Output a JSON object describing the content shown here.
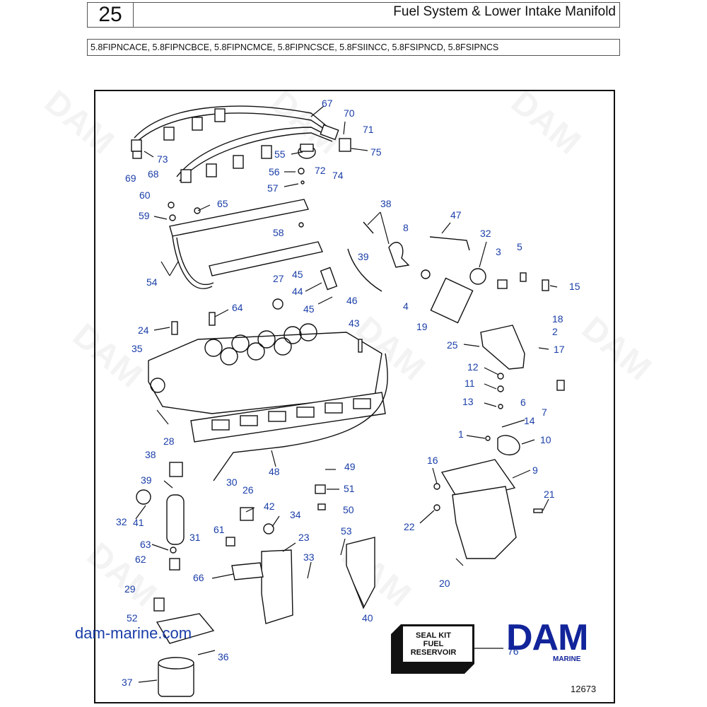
{
  "header": {
    "section_number": "25",
    "title": "Fuel System & Lower Intake Manifold",
    "models": "5.8FIPNCACE, 5.8FIPNCBCE, 5.8FIPNCMCE, 5.8FIPNCSCE, 5.8FSIINCC, 5.8FSIPNCD, 5.8FSIPNCS"
  },
  "watermark": "DAM",
  "callouts": [
    "67",
    "70",
    "71",
    "75",
    "73",
    "68",
    "69",
    "55",
    "72",
    "74",
    "56",
    "57",
    "60",
    "65",
    "59",
    "58",
    "54",
    "38",
    "8",
    "47",
    "32",
    "3",
    "5",
    "15",
    "39",
    "27",
    "45",
    "44",
    "45",
    "46",
    "4",
    "64",
    "18",
    "2",
    "17",
    "24",
    "43",
    "19",
    "25",
    "35",
    "12",
    "11",
    "6",
    "7",
    "13",
    "14",
    "1",
    "10",
    "28",
    "48",
    "38",
    "9",
    "16",
    "21",
    "39",
    "30",
    "26",
    "49",
    "51",
    "42",
    "50",
    "32",
    "41",
    "31",
    "34",
    "61",
    "53",
    "22",
    "23",
    "63",
    "62",
    "20",
    "33",
    "66",
    "29",
    "40",
    "52",
    "36",
    "37",
    "76"
  ],
  "footer": {
    "website": "dam-marine.com",
    "seal_kit": [
      "SEAL KIT",
      "FUEL",
      "RESERVOIR"
    ],
    "logo": "DAM",
    "logo_sub": "MARINE",
    "figure_number": "12673"
  },
  "colors": {
    "callout": "#1a3ea8",
    "logo": "#12249a",
    "line": "#111111"
  }
}
